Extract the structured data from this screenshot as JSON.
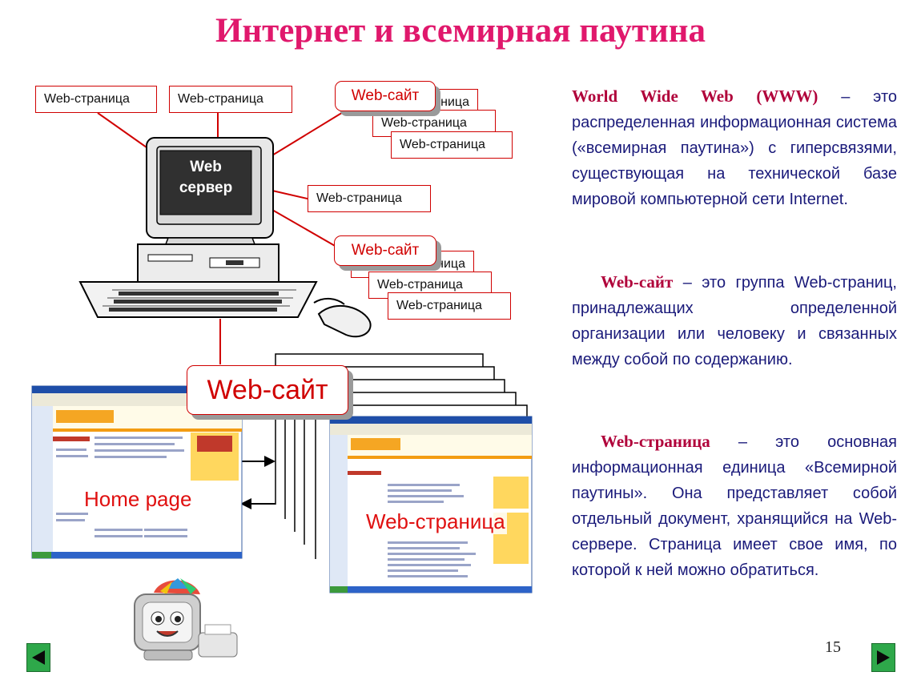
{
  "title": "Интернет и всемирная паутина",
  "server": {
    "line1": "Web",
    "line2": "сервер"
  },
  "labels": {
    "page": "Web-страница",
    "page_partial": "ница",
    "site": "Web-сайт"
  },
  "screens": {
    "home_caption": "Home page",
    "page_caption": "Web-страница"
  },
  "definitions": [
    {
      "term": "World Wide Web (WWW)",
      "text": " – это распределенная информационная система («всемирная паутина») с гиперсвязями, существующая на технической базе мировой компьютерной сети Internet."
    },
    {
      "term": "Web-сайт",
      "text": " – это группа Web-страниц, принадлежащих определенной организации или человеку и связанных между собой по содержанию."
    },
    {
      "term": "Web-страница",
      "text": " – это основная информационная единица «Всемирной паутины». Она представляет собой отдельный документ, хранящийся на Web-сервере. Страница имеет свое имя, по которой к ней можно обратиться."
    }
  ],
  "page_number": "15",
  "colors": {
    "title": "#e0186c",
    "accent": "#d00000",
    "text": "#1a1a7a",
    "term": "#b0003a",
    "nav": "#2ea84a"
  },
  "icons": {
    "prev": "triangle-left-icon",
    "next": "triangle-right-icon"
  }
}
